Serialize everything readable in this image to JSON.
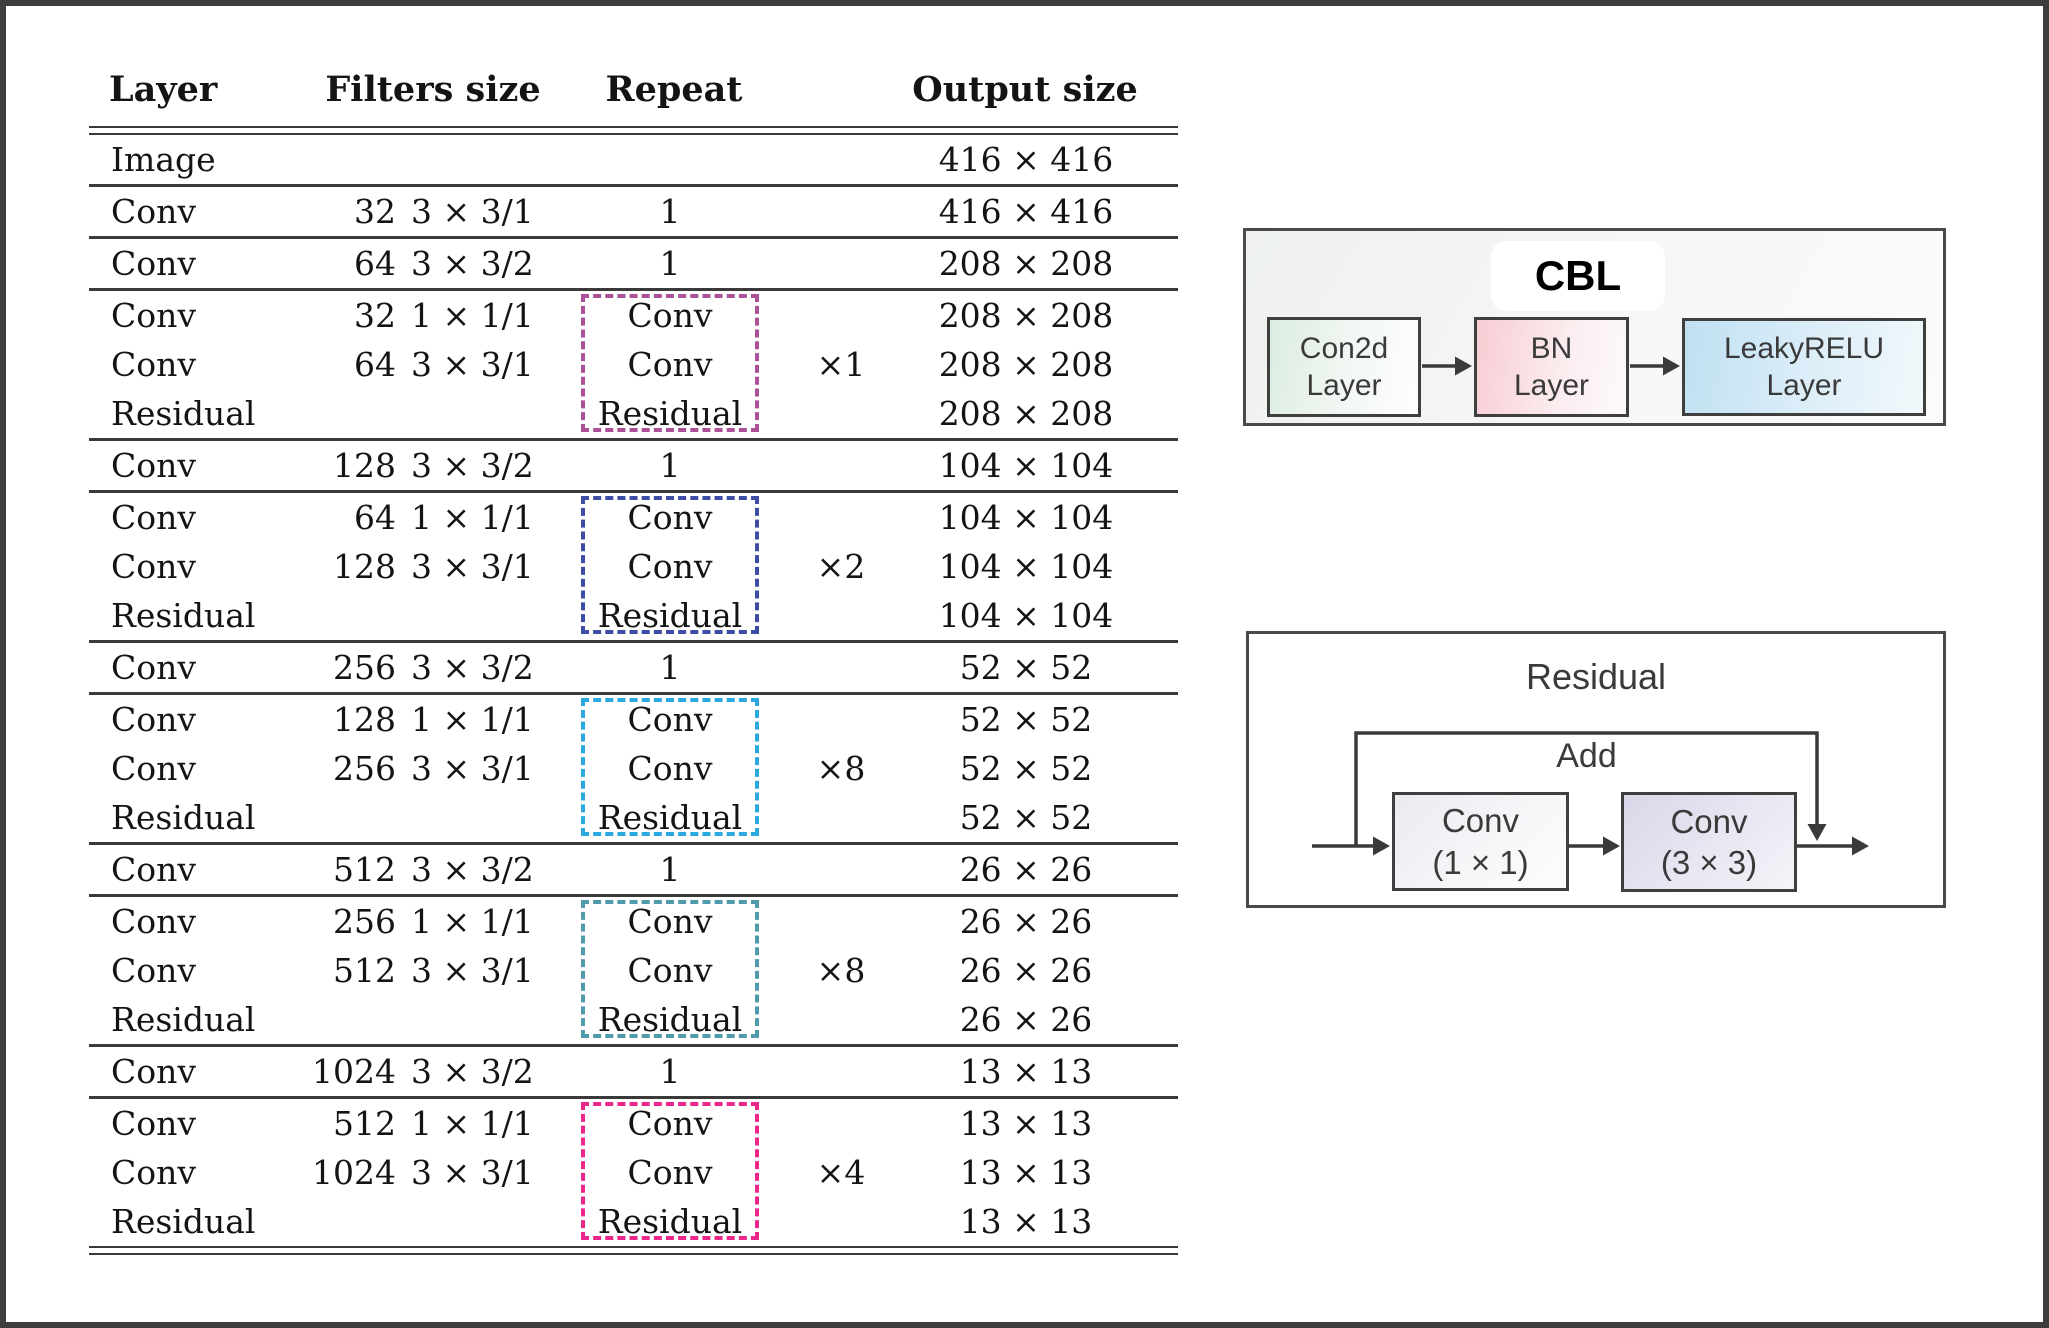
{
  "table": {
    "headers": [
      "Layer",
      "Filters size",
      "Repeat",
      "Output size"
    ],
    "rule_color": "#3a3a3a",
    "sections": [
      {
        "group": false,
        "rows": [
          {
            "layer": "Image",
            "filters": "",
            "kernel": "",
            "repeat": "",
            "output": "416 × 416"
          }
        ]
      },
      {
        "group": false,
        "rows": [
          {
            "layer": "Conv",
            "filters": "32",
            "kernel": "3 × 3/1",
            "repeat": "1",
            "output": "416 × 416"
          }
        ]
      },
      {
        "group": false,
        "rows": [
          {
            "layer": "Conv",
            "filters": "64",
            "kernel": "3 × 3/2",
            "repeat": "1",
            "output": "208 × 208"
          }
        ]
      },
      {
        "group": true,
        "color": "#ac5198",
        "mult": "×1",
        "rows": [
          {
            "layer": "Conv",
            "filters": "32",
            "kernel": "1 × 1/1",
            "repeat": "Conv",
            "output": "208 × 208"
          },
          {
            "layer": "Conv",
            "filters": "64",
            "kernel": "3 × 3/1",
            "repeat": "Conv",
            "output": "208 × 208"
          },
          {
            "layer": "Residual",
            "filters": "",
            "kernel": "",
            "repeat": "Residual",
            "output": "208 × 208"
          }
        ]
      },
      {
        "group": false,
        "rows": [
          {
            "layer": "Conv",
            "filters": "128",
            "kernel": "3 × 3/2",
            "repeat": "1",
            "output": "104 × 104"
          }
        ]
      },
      {
        "group": true,
        "color": "#3d4da6",
        "mult": "×2",
        "rows": [
          {
            "layer": "Conv",
            "filters": "64",
            "kernel": "1 × 1/1",
            "repeat": "Conv",
            "output": "104 × 104"
          },
          {
            "layer": "Conv",
            "filters": "128",
            "kernel": "3 × 3/1",
            "repeat": "Conv",
            "output": "104 × 104"
          },
          {
            "layer": "Residual",
            "filters": "",
            "kernel": "",
            "repeat": "Residual",
            "output": "104 × 104"
          }
        ]
      },
      {
        "group": false,
        "rows": [
          {
            "layer": "Conv",
            "filters": "256",
            "kernel": "3 × 3/2",
            "repeat": "1",
            "output": "52 × 52"
          }
        ]
      },
      {
        "group": true,
        "color": "#2aa9e0",
        "mult": "×8",
        "rows": [
          {
            "layer": "Conv",
            "filters": "128",
            "kernel": "1 × 1/1",
            "repeat": "Conv",
            "output": "52 × 52"
          },
          {
            "layer": "Conv",
            "filters": "256",
            "kernel": "3 × 3/1",
            "repeat": "Conv",
            "output": "52 × 52"
          },
          {
            "layer": "Residual",
            "filters": "",
            "kernel": "",
            "repeat": "Residual",
            "output": "52 × 52"
          }
        ]
      },
      {
        "group": false,
        "rows": [
          {
            "layer": "Conv",
            "filters": "512",
            "kernel": "3 × 3/2",
            "repeat": "1",
            "output": "26 × 26"
          }
        ]
      },
      {
        "group": true,
        "color": "#4f9aab",
        "mult": "×8",
        "rows": [
          {
            "layer": "Conv",
            "filters": "256",
            "kernel": "1 × 1/1",
            "repeat": "Conv",
            "output": "26 × 26"
          },
          {
            "layer": "Conv",
            "filters": "512",
            "kernel": "3 × 3/1",
            "repeat": "Conv",
            "output": "26 × 26"
          },
          {
            "layer": "Residual",
            "filters": "",
            "kernel": "",
            "repeat": "Residual",
            "output": "26 × 26"
          }
        ]
      },
      {
        "group": false,
        "rows": [
          {
            "layer": "Conv",
            "filters": "1024",
            "kernel": "3 × 3/2",
            "repeat": "1",
            "output": "13 × 13"
          }
        ]
      },
      {
        "group": true,
        "color": "#ec268b",
        "mult": "×4",
        "rows": [
          {
            "layer": "Conv",
            "filters": "512",
            "kernel": "1 × 1/1",
            "repeat": "Conv",
            "output": "13 × 13"
          },
          {
            "layer": "Conv",
            "filters": "1024",
            "kernel": "3 × 3/1",
            "repeat": "Conv",
            "output": "13 × 13"
          },
          {
            "layer": "Residual",
            "filters": "",
            "kernel": "",
            "repeat": "Residual",
            "output": "13 × 13"
          }
        ]
      }
    ]
  },
  "cbl": {
    "title": "CBL",
    "boxes": [
      {
        "line1": "Con2d",
        "line2": "Layer"
      },
      {
        "line1": "BN",
        "line2": "Layer"
      },
      {
        "line1": "LeakyRELU",
        "line2": "Layer"
      }
    ]
  },
  "residual": {
    "title": "Residual",
    "add_label": "Add",
    "boxes": [
      {
        "line1": "Conv",
        "line2": "(1 × 1)"
      },
      {
        "line1": "Conv",
        "line2": "(3 × 3)"
      }
    ]
  }
}
